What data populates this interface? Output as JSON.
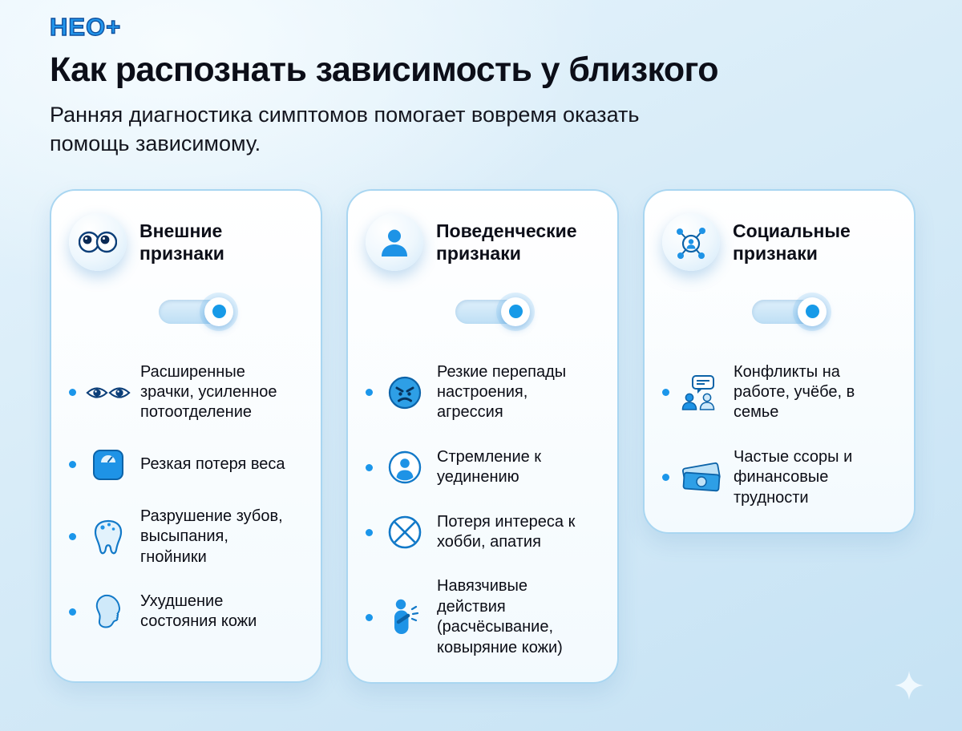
{
  "logo": {
    "text": "НЕО+"
  },
  "header": {
    "title": "Как распознать зависимость у близкого",
    "subtitle": "Ранняя диагностика симптомов помогает вовремя оказать помощь зависимому."
  },
  "colors": {
    "accent_blue": "#1b96ea",
    "dark_blue": "#0c63a8",
    "card_border": "#a9d6f1",
    "background": "#d8ecf8"
  },
  "cards": [
    {
      "title": "Внешние признаки",
      "icon": "googly-eyes-icon",
      "toggle_on": true,
      "items": [
        {
          "icon": "eyes-pair-icon",
          "text": "Расширенные зрачки, усиленное потоотделение"
        },
        {
          "icon": "scale-icon",
          "text": "Резкая потеря веса"
        },
        {
          "icon": "tooth-icon",
          "text": "Разрушение зубов, высыпания, гнойники"
        },
        {
          "icon": "face-profile-icon",
          "text": "Ухудшение состояния кожи"
        }
      ]
    },
    {
      "title": "Поведенческие признаки",
      "icon": "person-icon",
      "toggle_on": true,
      "items": [
        {
          "icon": "angry-face-icon",
          "text": "Резкие перепады настроения, агрессия"
        },
        {
          "icon": "person-circle-icon",
          "text": "Стремление к уединению"
        },
        {
          "icon": "crossed-circle-icon",
          "text": "Потеря интереса к хобби, апатия"
        },
        {
          "icon": "scratching-person-icon",
          "text": "Навязчивые действия (расчёсывание, ковыряние кожи)"
        }
      ]
    },
    {
      "title": "Социальные признаки",
      "icon": "network-people-icon",
      "toggle_on": true,
      "items": [
        {
          "icon": "conflict-chat-icon",
          "text": "Конфликты на работе, учёбе, в семье"
        },
        {
          "icon": "money-icon",
          "text": "Частые ссоры и финансовые трудности"
        }
      ]
    }
  ]
}
